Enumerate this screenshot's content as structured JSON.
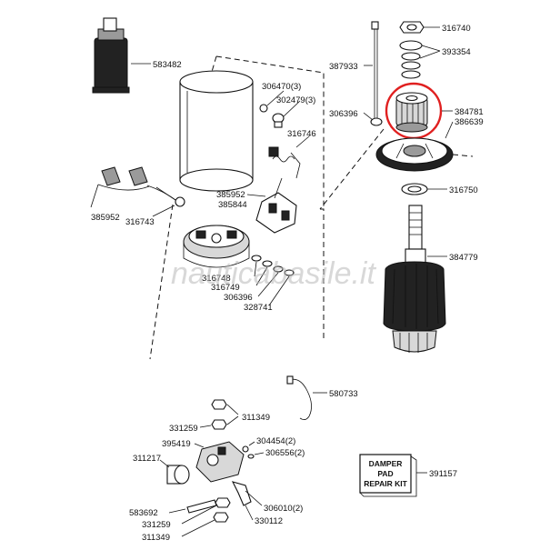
{
  "watermark": "nauticabasile.it",
  "kit_box": {
    "line1": "DAMPER",
    "line2": "PAD",
    "line3": "REPAIR KIT"
  },
  "labels": {
    "p583482": "583482",
    "p306470": "306470(3)",
    "p302479": "302479(3)",
    "p316746": "316746",
    "p385952a": "385952",
    "p385844": "385844",
    "p385952b": "385952",
    "p316743": "316743",
    "p316748": "316748",
    "p316749": "316749",
    "p306396a": "306396",
    "p328741": "328741",
    "p316740": "316740",
    "p393354": "393354",
    "p387933": "387933",
    "p306396b": "306396",
    "p384781": "384781",
    "p386639": "386639",
    "p316750": "316750",
    "p384779": "384779",
    "p580733": "580733",
    "p311349a": "311349",
    "p331259a": "331259",
    "p304454": "304454(2)",
    "p395419": "395419",
    "p306556": "306556(2)",
    "p311217": "311217",
    "p306010": "306010(2)",
    "p583692": "583692",
    "p331259b": "331259",
    "p330112": "330112",
    "p311349b": "311349",
    "p391157": "391157"
  },
  "highlight_color": "#e02020"
}
